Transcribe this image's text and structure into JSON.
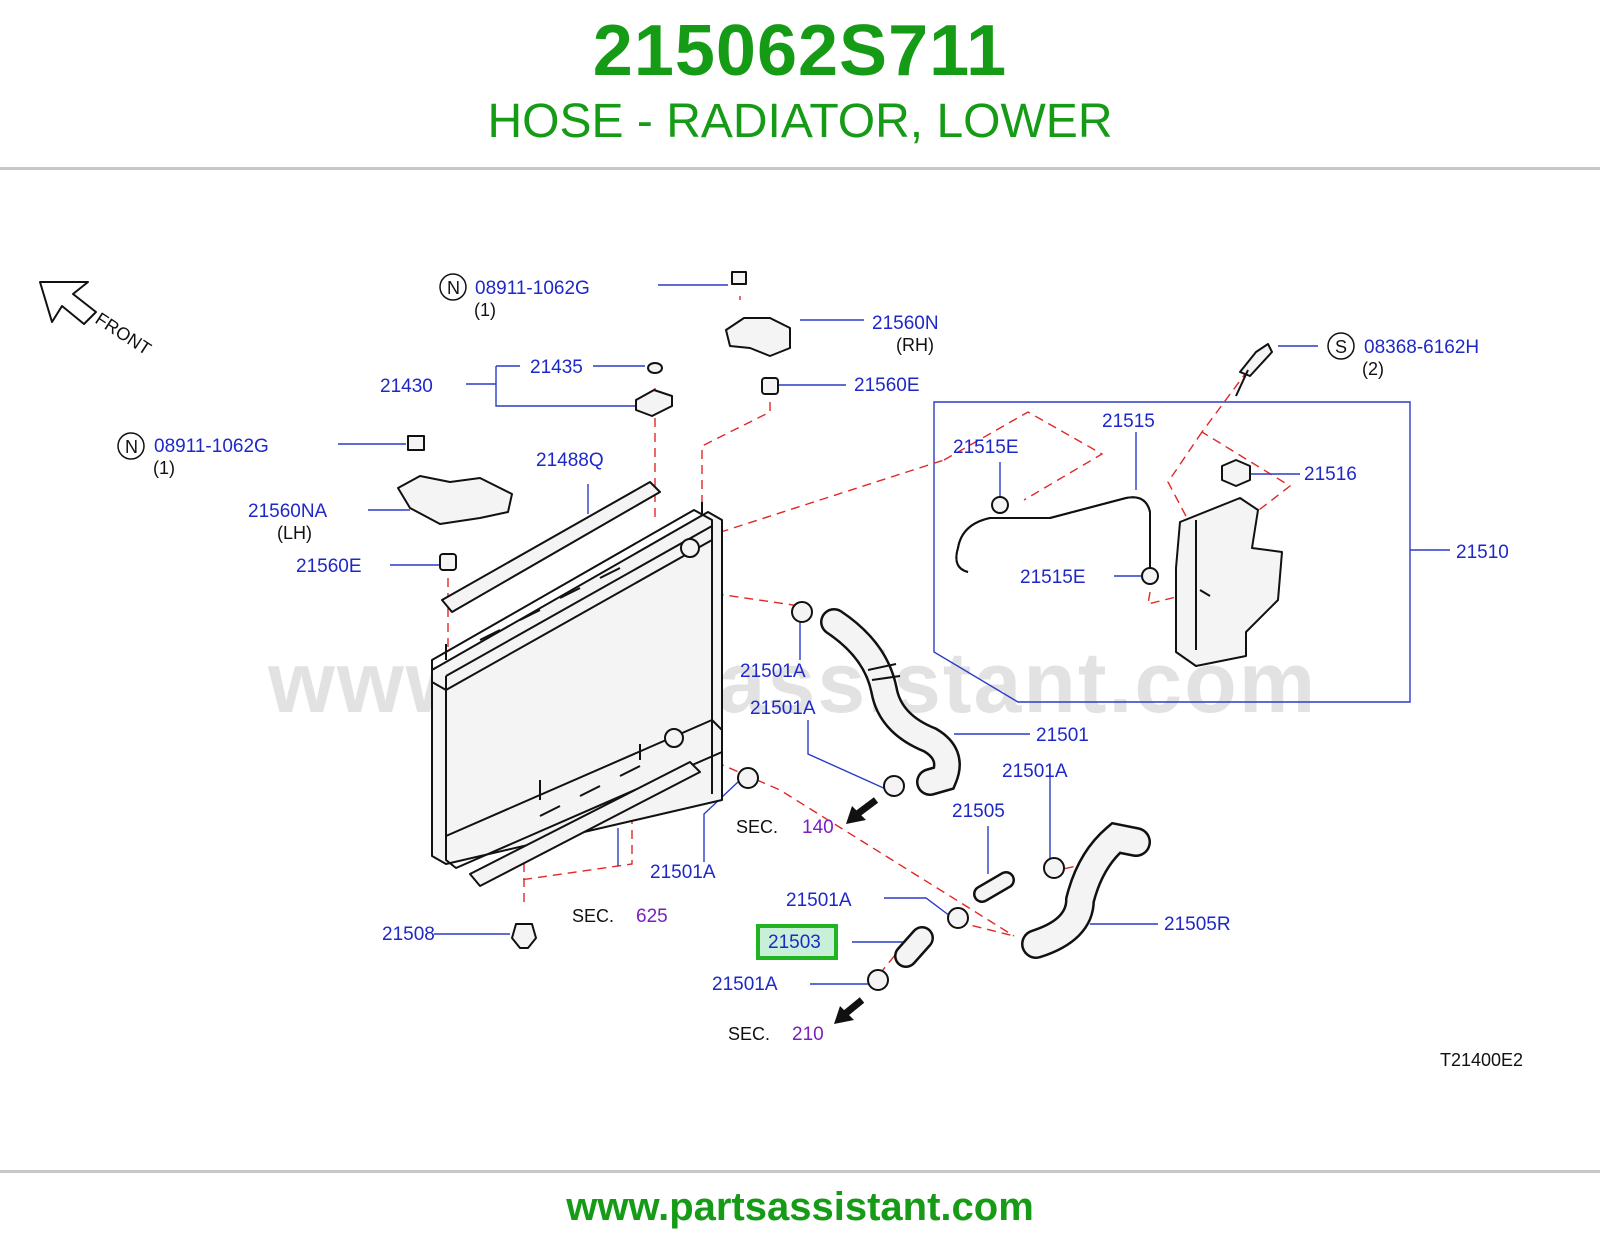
{
  "header": {
    "part_number": "215062S711",
    "part_name": "HOSE - RADIATOR, LOWER"
  },
  "footer": {
    "url": "www.partsassistant.com"
  },
  "watermark": "www.partsassistant.com",
  "diagram": {
    "orientation": "FRONT",
    "diagram_code": "T21400E2",
    "highlighted_part": "21503",
    "labels": {
      "l_08911_top": "08911-1062G",
      "l_08911_top_qty": "(1)",
      "l_08911_left": "08911-1062G",
      "l_08911_left_qty": "(1)",
      "l_21560n": "21560N",
      "l_rh": "(RH)",
      "l_21560e_top": "21560E",
      "l_21435": "21435",
      "l_21430": "21430",
      "l_21488q": "21488Q",
      "l_21560na": "21560NA",
      "l_lh": "(LH)",
      "l_21560e_left": "21560E",
      "l_08368": "08368-6162H",
      "l_08368_qty": "(2)",
      "l_21515": "21515",
      "l_21515e_top": "21515E",
      "l_21515e_bot": "21515E",
      "l_21516": "21516",
      "l_21510": "21510",
      "l_21501a_1": "21501A",
      "l_21501a_2": "21501A",
      "l_21501": "21501",
      "l_21501a_3": "21501A",
      "l_21505": "21505",
      "l_21501a_4": "21501A",
      "l_21501a_5": "21501A",
      "l_21505r": "21505R",
      "l_21503": "21503",
      "l_21501a_6": "21501A",
      "l_21508": "21508",
      "l_sec": "SEC.",
      "l_sec_140": "140",
      "l_sec_625": "625",
      "l_sec_210": "210"
    },
    "markers": {
      "n": "N",
      "s": "S"
    },
    "colors": {
      "label": "#1e28c8",
      "highlight": "#22b322",
      "section": "#7b1fbf",
      "dash": "#e02828"
    }
  }
}
